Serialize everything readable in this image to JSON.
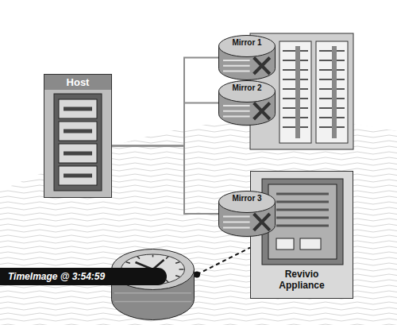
{
  "diagram": {
    "nodes": [
      {
        "text": [
          "Host"
        ]
      },
      {
        "text": [
          "Mirror 1"
        ]
      },
      {
        "text": [
          "Mirror 2"
        ]
      },
      {
        "text": [
          "Mirror 3"
        ]
      },
      {
        "text": [
          "Revivio Appliance"
        ]
      },
      {
        "text": [
          "TimeImage @ 3:54:59"
        ]
      }
    ],
    "edges": [
      {
        "from": 0,
        "to": 1,
        "arrow": "none"
      },
      {
        "from": 0,
        "to": 2,
        "arrow": "none"
      },
      {
        "from": 0,
        "to": 3,
        "arrow": "none"
      },
      {
        "from": 5,
        "to": 4,
        "arrow": "none"
      }
    ]
  }
}
